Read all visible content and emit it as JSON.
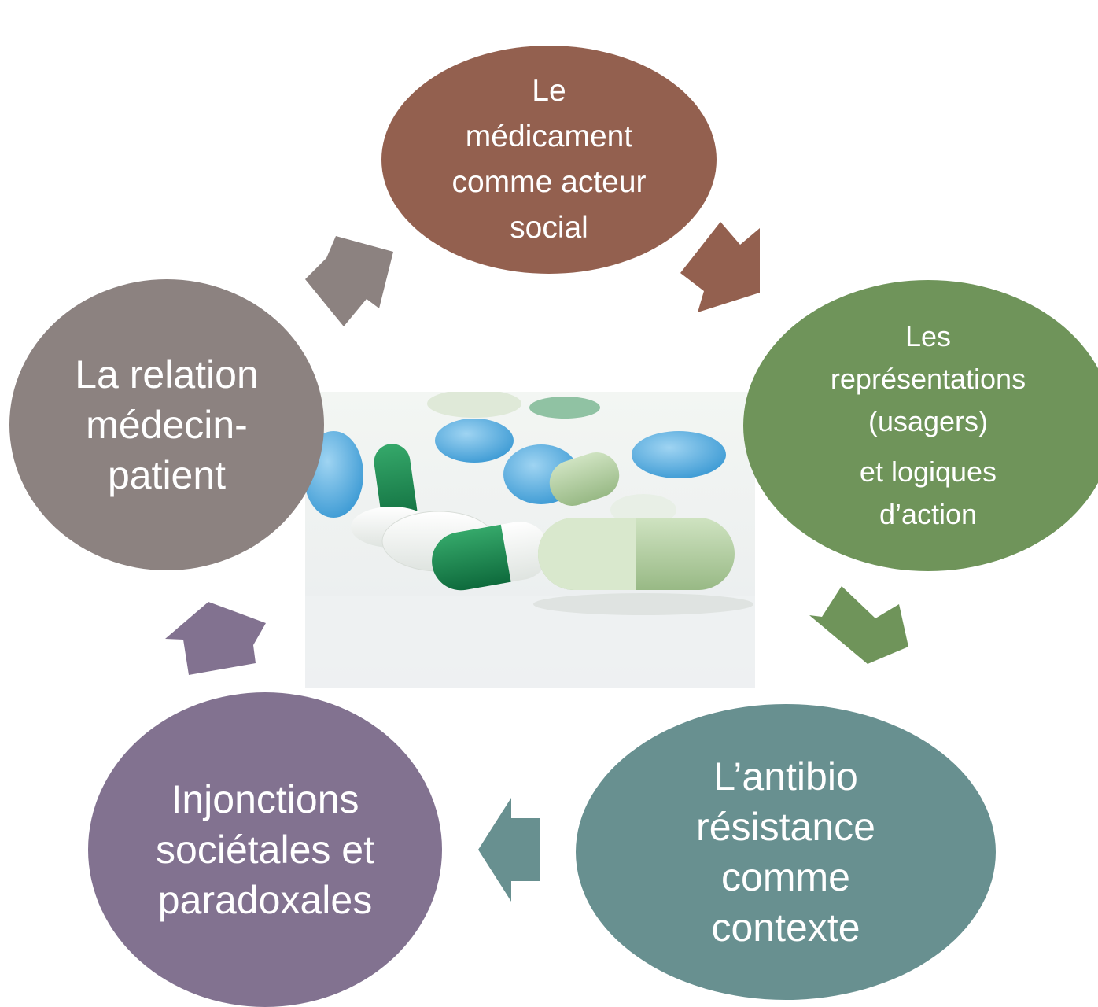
{
  "nodes": {
    "medicament": {
      "lines": [
        "Le",
        "médicament",
        "comme acteur",
        "social"
      ],
      "color": "#93604F"
    },
    "representations": {
      "lines": [
        "Les",
        "représentations",
        "(usagers)",
        "et logiques",
        "d’action"
      ],
      "color": "#6F945A"
    },
    "antibio": {
      "lines": [
        "L’antibio",
        "résistance",
        "comme",
        "contexte"
      ],
      "color": "#689090"
    },
    "injonctions": {
      "lines": [
        "Injonctions",
        "sociétales et",
        "paradoxales"
      ],
      "color": "#827290"
    },
    "relation": {
      "lines": [
        "La relation",
        "médecin-",
        "patient"
      ],
      "color": "#8C8280"
    }
  },
  "arrows": {
    "relation_to_medicament": "#8C8280",
    "medicament_to_representations": "#93604F",
    "representations_to_antibio": "#6F945A",
    "antibio_to_injonctions": "#689090",
    "injonctions_to_relation": "#827290"
  },
  "photo": {
    "subject": "capsules and tablets (green, white and blue pills)"
  }
}
